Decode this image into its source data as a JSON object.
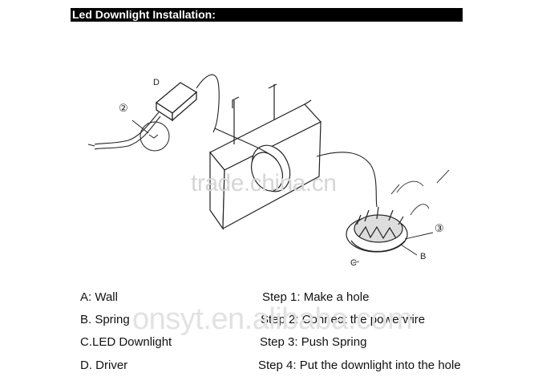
{
  "header": {
    "title": "Led Downlight Installation:"
  },
  "figure": {
    "callouts": {
      "d": "D",
      "two": "②",
      "three": "③",
      "b": "B",
      "c": "C"
    },
    "watermark": "trade.china.cn"
  },
  "legend": {
    "parts": [
      "A: Wall",
      "B. Spring",
      "C.LED Downlight",
      "D. Driver"
    ],
    "steps": [
      "Step 1: Make a hole",
      "Step 2: Connect the powerwire",
      "Step 3: Push Spring",
      "Step 4: Put the downlight into the hole"
    ]
  },
  "watermark2": "onsyt.en.alibaba.com"
}
